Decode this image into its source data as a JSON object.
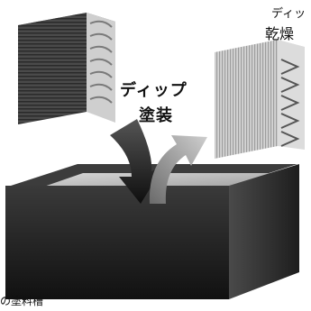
{
  "labels": {
    "dip_line1": "ディップ",
    "dip_line2": "塗装",
    "dry_line1": "ディッ",
    "dry_line2": "乾燥",
    "tank": "の塗料槽"
  },
  "colors": {
    "raw_coil": "#4a4a4a",
    "coated_coil": "#cfcfcf",
    "tank_dark": "#2b2b2b",
    "paint_surface": "#b9b9b9",
    "arrow": "#1a1a1a"
  }
}
